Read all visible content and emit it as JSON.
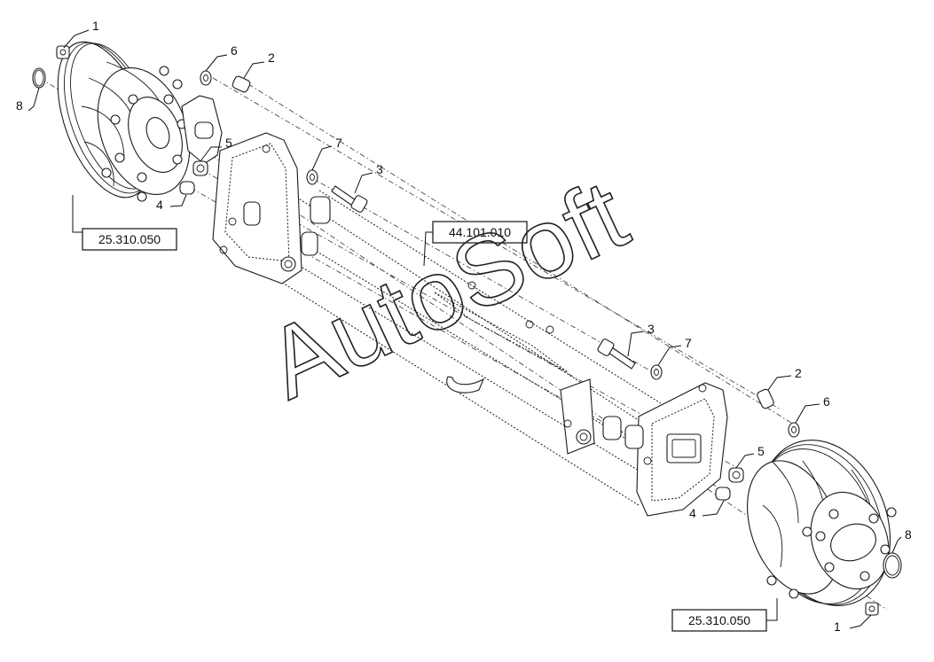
{
  "callouts": [
    "1",
    "2",
    "3",
    "4",
    "5",
    "6",
    "7",
    "8"
  ],
  "references": {
    "hub_left": "25.310.050",
    "axle": "44.101.010",
    "hub_right": "25.310.050"
  },
  "watermark": "AutoSoft"
}
